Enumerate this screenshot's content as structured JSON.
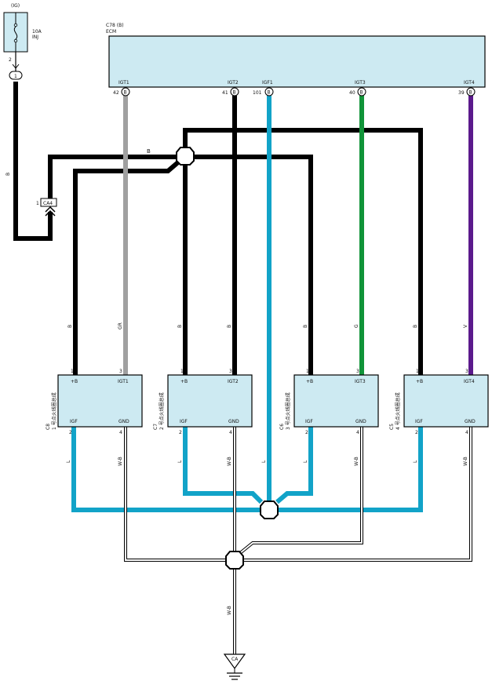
{
  "fuse": {
    "source": "(IG)",
    "rating": "10A",
    "name": "INJ",
    "pin": "2",
    "connector": "1"
  },
  "wire_labels": {
    "fuse_down": "B",
    "main_bus": "B"
  },
  "ca4": {
    "label": "CA4",
    "pin": "1"
  },
  "ecm": {
    "connector": "C78 (B)",
    "name": "ECM",
    "terminals": [
      {
        "label": "IGT1",
        "pin": "42",
        "tag": "B"
      },
      {
        "label": "IGT2",
        "pin": "41",
        "tag": "B"
      },
      {
        "label": "IGF1",
        "pin": "101",
        "tag": "B"
      },
      {
        "label": "IGT3",
        "pin": "40",
        "tag": "B"
      },
      {
        "label": "IGT4",
        "pin": "39",
        "tag": "B"
      }
    ]
  },
  "coils": [
    {
      "conn": "C8",
      "desc": "1 号点火线圈总成",
      "t1": "+B",
      "t2": "IGT1",
      "t3": "IGF",
      "t4": "GND",
      "p1": "1",
      "p2": "3",
      "p3": "2",
      "p4": "4",
      "w_b": "B",
      "w_sig": "GR",
      "w_igf": "L",
      "w_gnd": "W-B"
    },
    {
      "conn": "C7",
      "desc": "2 号点火线圈总成",
      "t1": "+B",
      "t2": "IGT2",
      "t3": "IGF",
      "t4": "GND",
      "p1": "1",
      "p2": "3",
      "p3": "2",
      "p4": "4",
      "w_b": "B",
      "w_sig": "B",
      "w_igf": "L",
      "w_gnd": "W-B"
    },
    {
      "conn": "C6",
      "desc": "3 号点火线圈总成",
      "t1": "+B",
      "t2": "IGT3",
      "t3": "IGF",
      "t4": "GND",
      "p1": "1",
      "p2": "3",
      "p3": "2",
      "p4": "4",
      "w_b": "B",
      "w_sig": "G",
      "w_igf": "L",
      "w_gnd": "W-B"
    },
    {
      "conn": "C5",
      "desc": "4 号点火线圈总成",
      "t1": "+B",
      "t2": "IGT4",
      "t3": "IGF",
      "t4": "GND",
      "p1": "1",
      "p2": "3",
      "p3": "2",
      "p4": "4",
      "w_b": "B",
      "w_sig": "V",
      "w_igf": "L",
      "w_gnd": "W-B"
    }
  ],
  "igf_line_label": "L",
  "ground": {
    "wire": "W-B",
    "label": "CA"
  },
  "colors": {
    "black": "#000000",
    "gray": "#a0a0a0",
    "blue": "#12a3c8",
    "green": "#119439",
    "purple": "#5b1a8c",
    "box_fill": "#cdeaf2"
  }
}
